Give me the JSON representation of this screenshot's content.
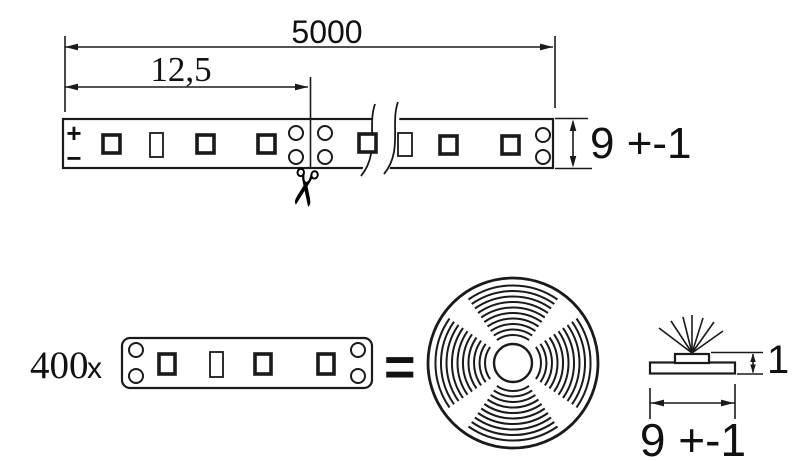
{
  "drawing": {
    "background_color": "#ffffff",
    "line_color": "#1a1a1a",
    "description": "LED strip technical dimension drawing"
  },
  "top_view": {
    "total_length": "5000",
    "cut_increment": "12,5",
    "strip_width": "9 +-1",
    "polarity_positive": "+",
    "polarity_negative": "−"
  },
  "bottom_view": {
    "segment_count": "400",
    "multiply_sign": "x",
    "equals_sign": "=",
    "profile_height": "1",
    "profile_width": "9 +-1"
  },
  "icons": {
    "scissors": "✂"
  }
}
